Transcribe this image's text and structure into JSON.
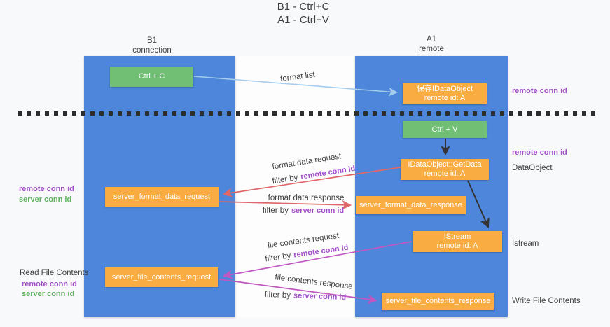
{
  "colors": {
    "column_blue": "#4d86db",
    "box_green": "#71bf75",
    "box_orange": "#f9ac42",
    "arrow_red": "#e06767",
    "arrow_magenta": "#c157c1",
    "arrow_lightblue": "#a6cdee",
    "arrow_black": "#333333",
    "text_purple": "#a14fc9",
    "text_green": "#60b160",
    "text_dark": "#3f3f3f"
  },
  "title": {
    "line1": "B1 - Ctrl+C",
    "line2": "A1 - Ctrl+V"
  },
  "columns": {
    "left": {
      "name": "B1",
      "role": "connection"
    },
    "right": {
      "name": "A1",
      "role": "remote"
    }
  },
  "nodes": {
    "ctrl_c": {
      "label": "Ctrl + C"
    },
    "save_idataobject": {
      "line1": "保存IDataObject",
      "line2": "remote id: A"
    },
    "ctrl_v": {
      "label": "Ctrl + V"
    },
    "getdata": {
      "line1": "IDataObject::GetData",
      "line2": "remote id: A"
    },
    "istream": {
      "line1": "IStream",
      "line2": "remote id: A"
    },
    "server_format_data_request": {
      "label": "server_format_data_request"
    },
    "server_format_data_response": {
      "label": "server_format_data_response"
    },
    "server_file_contents_request": {
      "label": "server_file_contents_request"
    },
    "server_file_contents_response": {
      "label": "server_file_contents_response"
    }
  },
  "flow_labels": {
    "format_list": "format list",
    "format_data_request": "format data request",
    "format_data_response": "format data response",
    "file_contents_request": "file contents request",
    "file_contents_response": "file contents response",
    "filter_by": "filter by",
    "remote_conn_id": "remote conn id",
    "server_conn_id": "server conn id"
  },
  "side_labels": {
    "left": {
      "format_remote": "remote conn id",
      "format_server": "server conn id",
      "read_file_contents": "Read File Contents",
      "file_remote": "remote conn id",
      "file_server": "server conn id"
    },
    "right": {
      "clipboard_remote": "remote conn id",
      "paste_remote": "remote conn id",
      "dataobject": "DataObject",
      "istream": "Istream",
      "write_file_contents": "Write File Contents"
    }
  }
}
